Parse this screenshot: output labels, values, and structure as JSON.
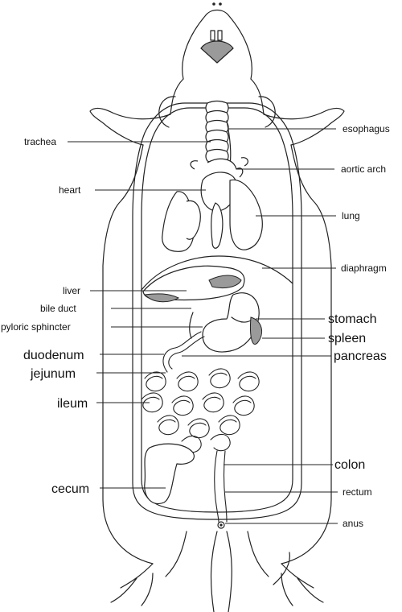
{
  "labels": {
    "trachea": "trachea",
    "esophagus": "esophagus",
    "aortic_arch": "aortic arch",
    "heart": "heart",
    "lung": "lung",
    "diaphragm": "diaphragm",
    "liver": "liver",
    "bile_duct": "bile duct",
    "pyloric_sphincter": "pyloric sphincter",
    "stomach": "stomach",
    "spleen": "spleen",
    "duodenum": "duodenum",
    "pancreas": "pancreas",
    "jejunum": "jejunum",
    "ileum": "ileum",
    "colon": "colon",
    "cecum": "cecum",
    "rectum": "rectum",
    "anus": "anus"
  },
  "colors": {
    "outline": "#222222",
    "organ_shading": "#9a9a9a",
    "background": "#ffffff"
  }
}
